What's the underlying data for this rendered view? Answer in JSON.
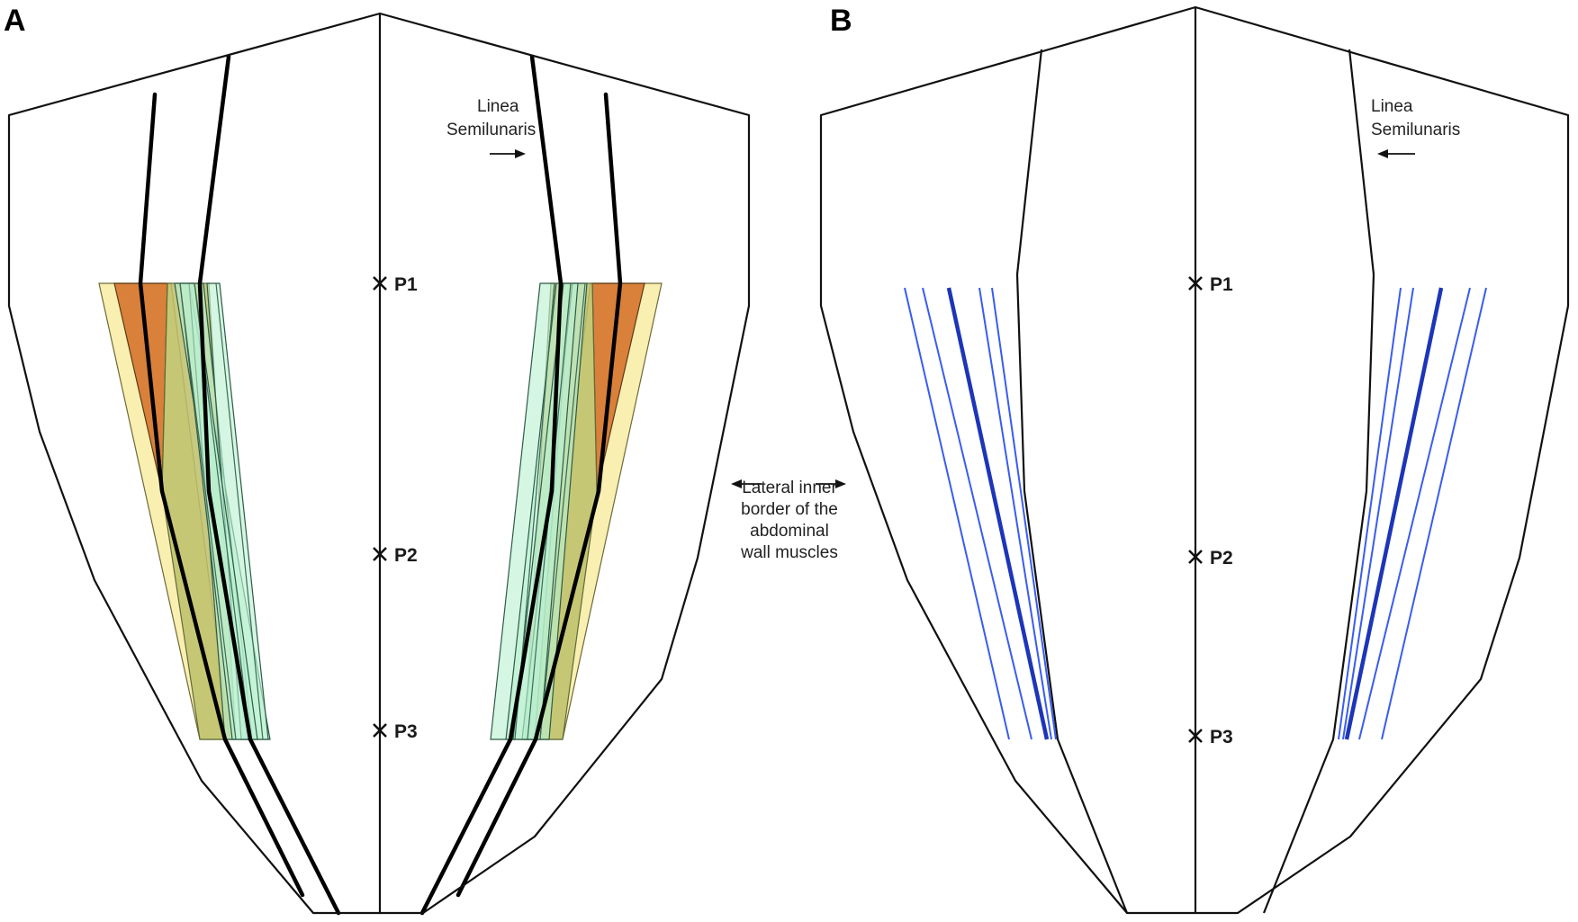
{
  "panels": {
    "a": {
      "letter": "A"
    },
    "b": {
      "letter": "B"
    }
  },
  "points": {
    "p1": "P1",
    "p2": "P2",
    "p3": "P3"
  },
  "annotations": {
    "linea_semilunaris_line1": "Linea",
    "linea_semilunaris_line2": "Semilunaris",
    "lateral_border_lines": [
      "Lateral inner",
      "border of the",
      "abdominal",
      "wall muscles"
    ]
  },
  "colors": {
    "outline": "#111111",
    "orange_band": "#d9803a",
    "yellow_band": "#f8efb0",
    "olive_overlap": "#bdbf6a",
    "green_band": "#b9f0d2",
    "blue_line": "#3a5cf0",
    "blue_thick_line": "#1d35b8"
  }
}
